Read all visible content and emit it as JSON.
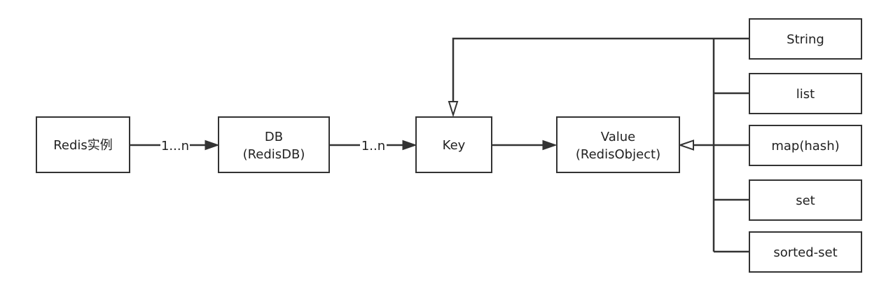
{
  "nodes": {
    "redis_instance": {
      "label": "Redis实例"
    },
    "db": {
      "label_line1": "DB",
      "label_line2": "(RedisDB)"
    },
    "key": {
      "label": "Key"
    },
    "value": {
      "label_line1": "Value",
      "label_line2": "(RedisObject)"
    },
    "string": {
      "label": "String"
    },
    "list": {
      "label": "list"
    },
    "map_hash": {
      "label": "map(hash)"
    },
    "set": {
      "label": "set"
    },
    "sorted_set": {
      "label": "sorted-set"
    }
  },
  "edges": {
    "instance_to_db": {
      "label": "1...n"
    },
    "db_to_key": {
      "label": "1..n"
    }
  }
}
